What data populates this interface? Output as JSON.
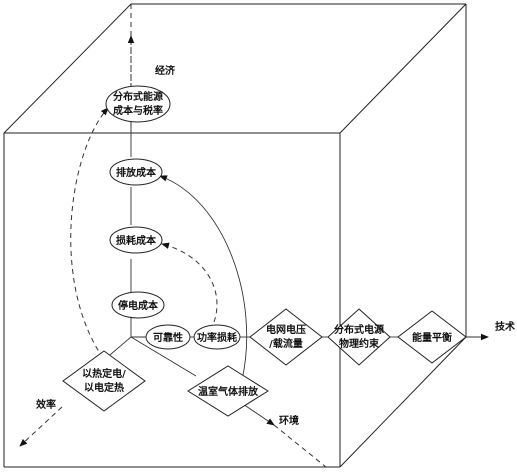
{
  "axes": {
    "economy": "经济",
    "technology": "技术",
    "efficiency": "效率",
    "environment": "环境"
  },
  "nodes": {
    "dg_cost_tax_line1": "分布式能源",
    "dg_cost_tax_line2": "成本与税率",
    "emission_cost": "排放成本",
    "loss_cost": "损耗成本",
    "outage_cost": "停电成本",
    "reliability": "可靠性",
    "power_loss": "功率损耗",
    "grid_voltage_line1": "电网电压",
    "grid_voltage_line2": "/载流量",
    "dg_physical_line1": "分布式电源",
    "dg_physical_line2": "物理约束",
    "energy_balance": "能量平衡",
    "chp_mode_line1": "以热定电/",
    "chp_mode_line2": "以电定热",
    "ghg_emission": "温室气体排放"
  }
}
